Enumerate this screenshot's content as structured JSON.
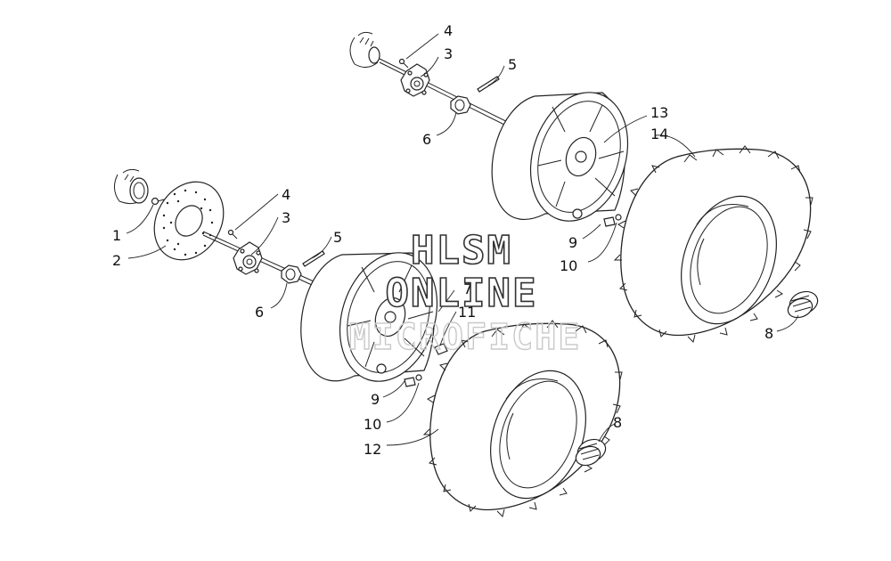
{
  "diagram": {
    "callouts": {
      "c1": "1",
      "c2": "2",
      "c3a": "3",
      "c4a": "4",
      "c5a": "5",
      "c6a": "6",
      "c3b": "3",
      "c4b": "4",
      "c5b": "5",
      "c6b": "6",
      "c7": "7",
      "c8a": "8",
      "c8b": "8",
      "c9a": "9",
      "c9b": "9",
      "c10a": "10",
      "c10b": "10",
      "c11": "11",
      "c12": "12",
      "c13": "13",
      "c14": "14"
    },
    "watermark": {
      "line1": "HLSM",
      "line2": "ONLINE",
      "line3": "MICROFICHE"
    }
  }
}
